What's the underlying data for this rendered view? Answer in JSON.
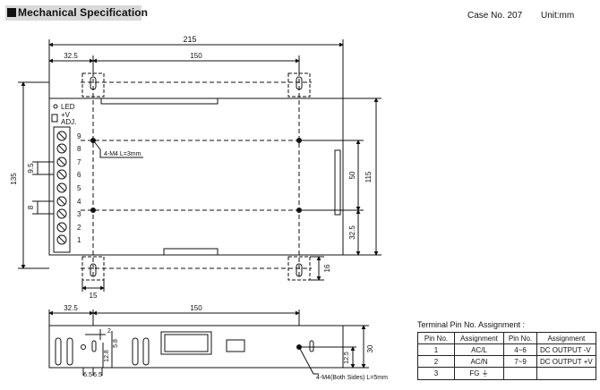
{
  "header": {
    "title": "Mechanical Specification",
    "case_no": "Case No. 207",
    "unit": "Unit:mm"
  },
  "top_view": {
    "dims": {
      "overall_width": "215",
      "left_offset": "32.5",
      "hole_span": "150",
      "overall_height": "135",
      "right_height": "115",
      "mid_height": "50",
      "bottom_height": "32.5",
      "bottom_left": "15",
      "bottom_right": "16",
      "pitch_1": "9.5",
      "pitch_2": "8"
    },
    "labels": {
      "led": "LED",
      "plus_v": "+V",
      "adj": "ADJ.",
      "screw_note": "4-M4 L=3mm"
    },
    "terminal_numbers": [
      "9",
      "8",
      "7",
      "6",
      "5",
      "4",
      "3",
      "2",
      "1"
    ]
  },
  "side_view": {
    "dims": {
      "left_offset": "32.5",
      "hole_span": "150",
      "height": "30",
      "hole_height": "12.5",
      "small_2": "2",
      "small_12_8": "12.8",
      "small_5_8": "5.8",
      "small_6_5a": "6.5",
      "small_6_5b": "6.5"
    },
    "screw_note": "4-M4(Both Sides) L=5mm"
  },
  "terminal_table": {
    "caption": "Terminal Pin No. Assignment :",
    "headers": [
      "Pin No.",
      "Assignment",
      "Pin No.",
      "Assignment"
    ],
    "rows": [
      [
        "1",
        "AC/L",
        "4~6",
        "DC OUTPUT -V"
      ],
      [
        "2",
        "AC/N",
        "7~9",
        "DC OUTPUT +V"
      ],
      [
        "3",
        "FG ⏚",
        "",
        ""
      ]
    ]
  }
}
